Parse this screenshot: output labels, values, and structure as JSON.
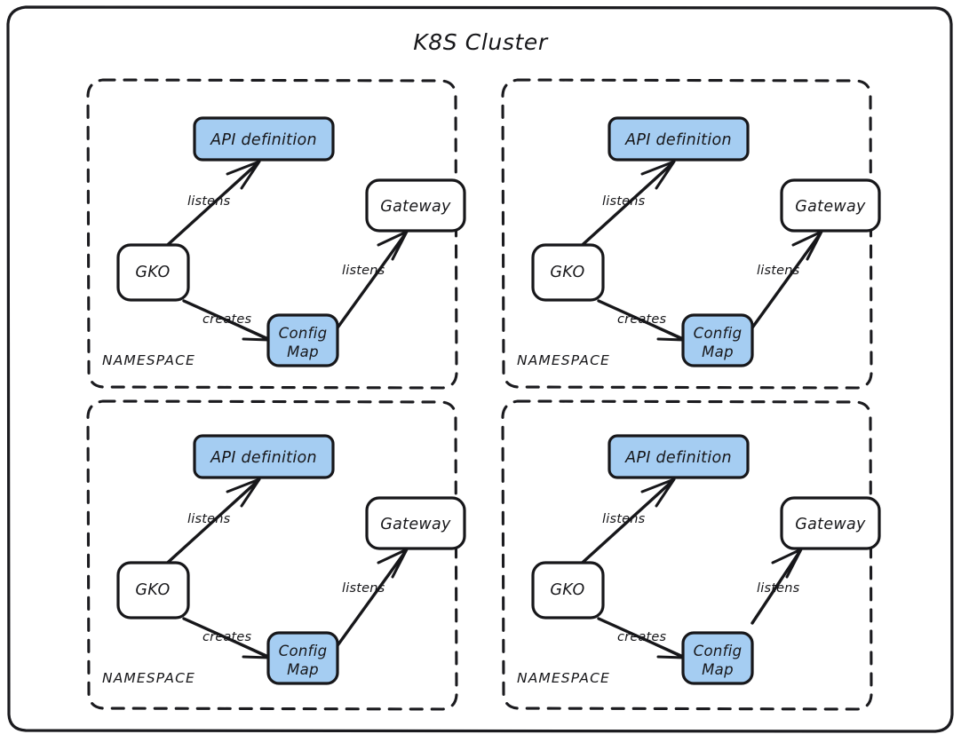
{
  "diagram": {
    "title": "K8S Cluster",
    "type": "architecture-diagram",
    "accent_blue": "#a5cdf2",
    "stroke_color": "#17171a",
    "background": "#ffffff",
    "namespace_label": "NAMESPACE",
    "namespace_count": 4,
    "nodes": [
      {
        "id": "api",
        "label": "API definition",
        "style": "blue"
      },
      {
        "id": "gateway",
        "label": "Gateway",
        "style": "plain"
      },
      {
        "id": "gko",
        "label": "GKO",
        "style": "plain"
      },
      {
        "id": "configmap",
        "label_line1": "Config",
        "label_line2": "Map",
        "style": "blue"
      }
    ],
    "edges": [
      {
        "from": "gko",
        "to": "api",
        "label": "listens"
      },
      {
        "from": "gko",
        "to": "configmap",
        "label": "creates"
      },
      {
        "from": "configmap",
        "to": "gateway",
        "label": "listens"
      }
    ],
    "namespaces": [
      {
        "id": "ns-top-left",
        "label": "NAMESPACE",
        "nodes": {
          "api": "API definition",
          "gateway": "Gateway",
          "gko": "GKO",
          "configmap_line1": "Config",
          "configmap_line2": "Map"
        },
        "edges": {
          "listens_api": "listens",
          "creates": "creates",
          "listens_gateway": "listens"
        }
      },
      {
        "id": "ns-top-right",
        "label": "NAMESPACE",
        "nodes": {
          "api": "API definition",
          "gateway": "Gateway",
          "gko": "GKO",
          "configmap_line1": "Config",
          "configmap_line2": "Map"
        },
        "edges": {
          "listens_api": "listens",
          "creates": "creates",
          "listens_gateway": "listens"
        }
      },
      {
        "id": "ns-bottom-left",
        "label": "NAMESPACE",
        "nodes": {
          "api": "API definition",
          "gateway": "Gateway",
          "gko": "GKO",
          "configmap_line1": "Config",
          "configmap_line2": "Map"
        },
        "edges": {
          "listens_api": "listens",
          "creates": "creates",
          "listens_gateway": "listens"
        }
      },
      {
        "id": "ns-bottom-right",
        "label": "NAMESPACE",
        "nodes": {
          "api": "API definition",
          "gateway": "Gateway",
          "gko": "GKO",
          "configmap_line1": "Config",
          "configmap_line2": "Map"
        },
        "edges": {
          "listens_api": "listens",
          "creates": "creates",
          "listens_gateway": "listens"
        }
      }
    ]
  }
}
